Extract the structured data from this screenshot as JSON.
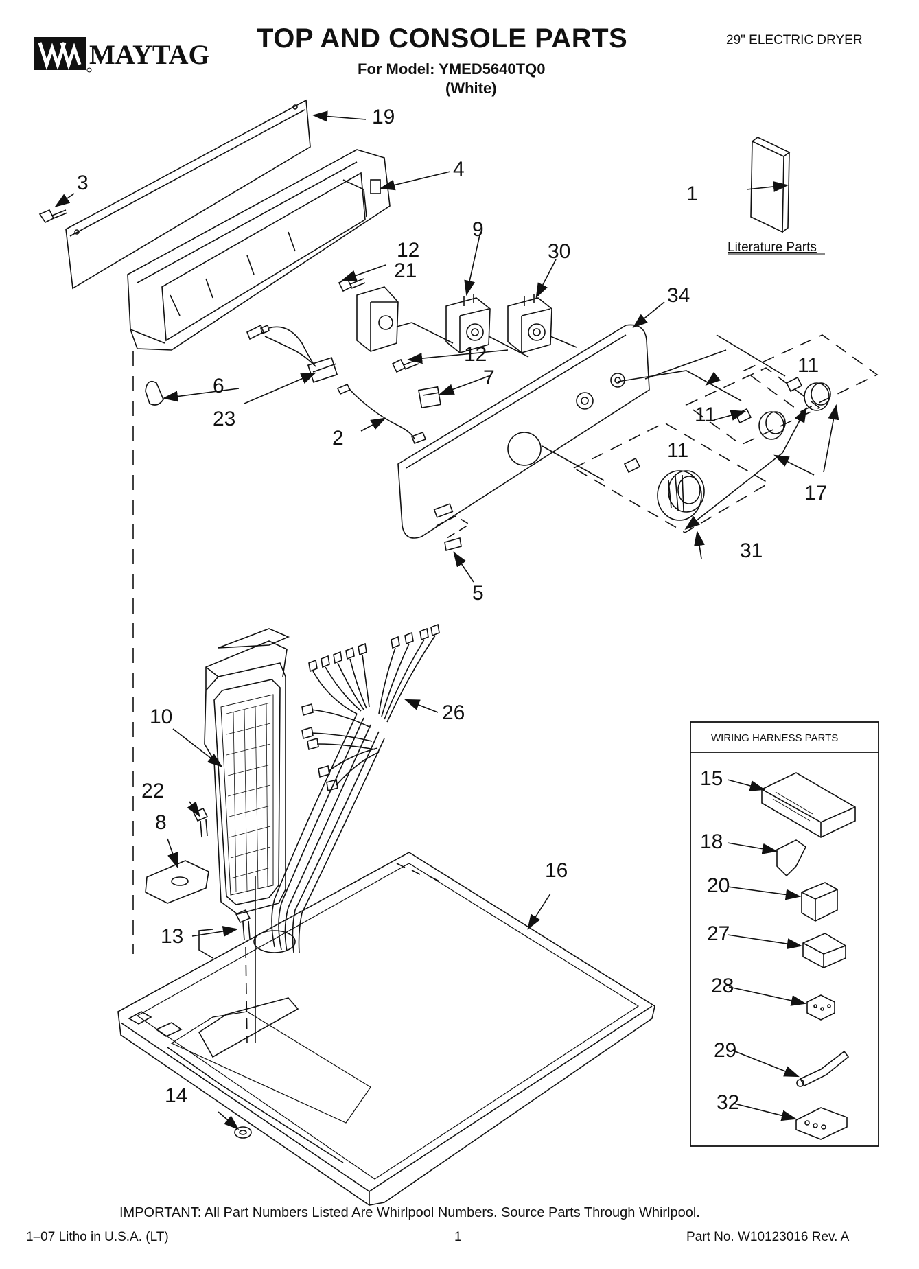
{
  "header": {
    "brand": "MAYTAG",
    "title": "TOP AND CONSOLE PARTS",
    "model_line": "For Model: YMED5640TQ0",
    "color_line": "(White)",
    "product": "29\" ELECTRIC DRYER"
  },
  "literature_label": "Literature Parts",
  "harness_title": "WIRING HARNESS PARTS",
  "callouts": {
    "c1": "1",
    "c2": "2",
    "c3": "3",
    "c4": "4",
    "c5": "5",
    "c6": "6",
    "c7": "7",
    "c8": "8",
    "c9": "9",
    "c10": "10",
    "c11a": "11",
    "c11b": "11",
    "c11c": "11",
    "c12a": "12",
    "c12b": "12",
    "c13": "13",
    "c14": "14",
    "c15": "15",
    "c16": "16",
    "c17": "17",
    "c18": "18",
    "c19": "19",
    "c20": "20",
    "c21": "21",
    "c22": "22",
    "c23": "23",
    "c26": "26",
    "c27": "27",
    "c28": "28",
    "c29": "29",
    "c30": "30",
    "c31": "31",
    "c32": "32",
    "c34": "34"
  },
  "footer": {
    "important": "IMPORTANT: All Part Numbers Listed Are Whirlpool Numbers. Source Parts Through Whirlpool.",
    "litho": "1–07 Litho in U.S.A. (LT)",
    "page": "1",
    "part_no": "Part No. W10123016 Rev. A"
  }
}
